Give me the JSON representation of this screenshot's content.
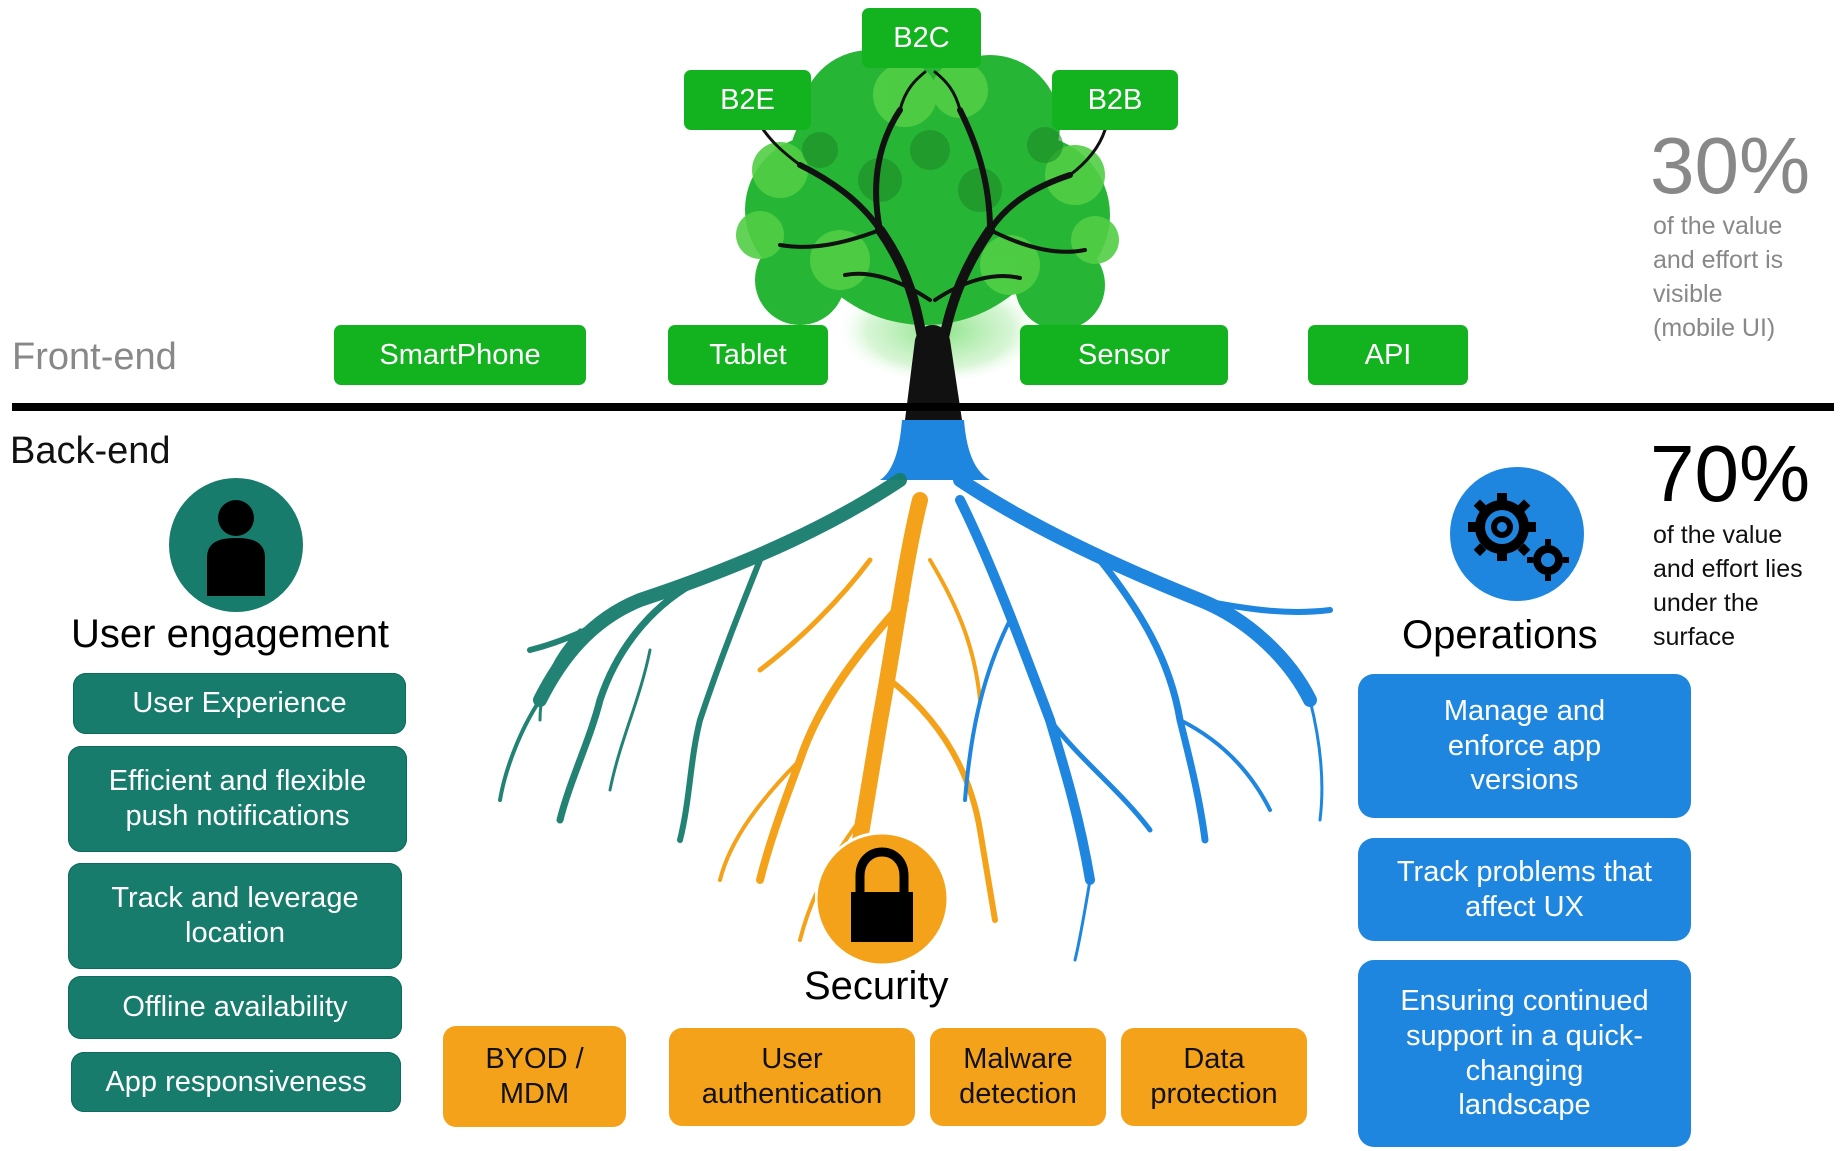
{
  "front_label": "Front-end",
  "back_label": "Back-end",
  "channels": [
    "B2C",
    "B2E",
    "B2B"
  ],
  "devices": [
    "SmartPhone",
    "Tablet",
    "Sensor",
    "API"
  ],
  "stat_top": {
    "value": "30%",
    "lines": [
      "of the value",
      "and effort is",
      "visible",
      "(mobile UI)"
    ]
  },
  "stat_bottom": {
    "value": "70%",
    "lines": [
      "of the value",
      "and effort lies",
      "under the",
      "surface"
    ]
  },
  "user_engagement": {
    "title": "User engagement",
    "items": [
      [
        "User Experience"
      ],
      [
        "Efficient and flexible",
        "push notifications"
      ],
      [
        "Track and leverage",
        "location"
      ],
      [
        "Offline availability"
      ],
      [
        "App responsiveness"
      ]
    ]
  },
  "security": {
    "title": "Security",
    "items": [
      [
        "BYOD /",
        "MDM"
      ],
      [
        "User",
        "authentication"
      ],
      [
        "Malware",
        "detection"
      ],
      [
        "Data",
        "protection"
      ]
    ]
  },
  "operations": {
    "title": "Operations",
    "items": [
      [
        "Manage and",
        "enforce app",
        "versions"
      ],
      [
        "Track problems that",
        "affect UX"
      ],
      [
        "Ensuring continued",
        "support in a quick-",
        "changing",
        "landscape"
      ]
    ]
  },
  "colors": {
    "green": "#13b31f",
    "teal": "#177c6c",
    "orange": "#f5a21b",
    "blue": "#1f86df",
    "grey_text": "#888888"
  },
  "icons": [
    "tree-icon",
    "person-icon",
    "lock-icon",
    "gears-icon"
  ]
}
